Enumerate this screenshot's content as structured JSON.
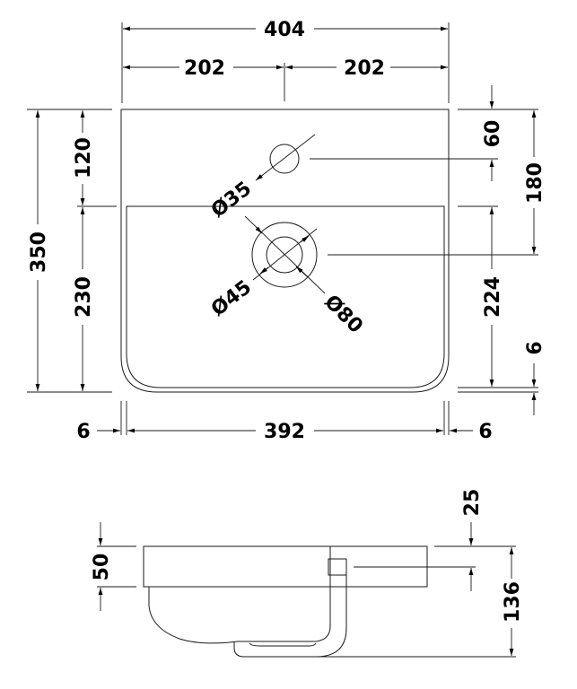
{
  "title": "Basin technical drawing (dimensions in mm)",
  "top_view": {
    "overall_width": "404",
    "half_width_left": "202",
    "half_width_right": "202",
    "overall_depth": "350",
    "deck_depth": "120",
    "bowl_depth": "230",
    "tap_hole_offset": "60",
    "waste_offset": "180",
    "bowl_inner_depth": "224",
    "rim_back": "6",
    "bowl_width": "392",
    "rim_left": "6",
    "rim_right": "6",
    "tap_hole_diameter": "Ø35",
    "waste_inner_diameter": "Ø45",
    "waste_outer_diameter": "Ø80"
  },
  "side_view": {
    "rim_height": "50",
    "tap_center_height": "25",
    "total_height": "136"
  }
}
